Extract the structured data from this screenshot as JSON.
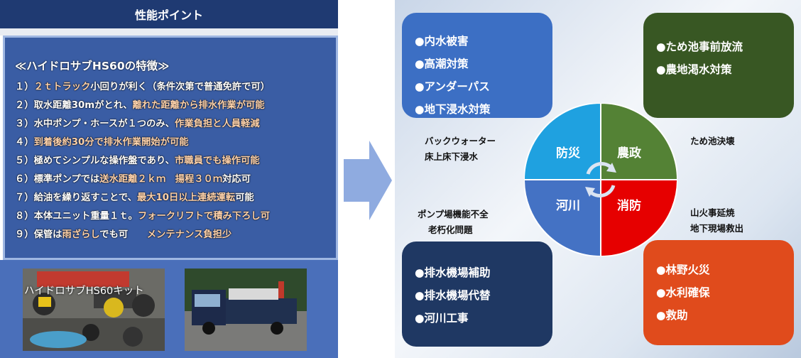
{
  "left": {
    "header": "性能ポイント",
    "feature_title": "≪ハイドロサブHS60の特徴≫",
    "features": [
      {
        "n": "１）",
        "parts": [
          {
            "t": "２ｔトラック",
            "hl": true
          },
          {
            "t": "小回りが利く（条件次第で普通免許で可）",
            "hl": false
          }
        ]
      },
      {
        "n": "２）",
        "parts": [
          {
            "t": "取水距離30mがとれ、",
            "hl": false
          },
          {
            "t": "離れた距離から排水作業が可能",
            "hl": true
          }
        ]
      },
      {
        "n": "３）",
        "parts": [
          {
            "t": "水中ポンプ・ホースが１つのみ、",
            "hl": false
          },
          {
            "t": "作業負担と人員軽減",
            "hl": true
          }
        ]
      },
      {
        "n": "４）",
        "parts": [
          {
            "t": "到着後約30分で排水作業開始が可能",
            "hl": true
          }
        ]
      },
      {
        "n": "５）",
        "parts": [
          {
            "t": "極めてシンプルな操作盤であり、",
            "hl": false
          },
          {
            "t": "市職員でも操作可能",
            "hl": true
          }
        ]
      },
      {
        "n": "６）",
        "parts": [
          {
            "t": "標準ポンプでは",
            "hl": false
          },
          {
            "t": "送水距離２ｋｍ　揚程３０ｍ",
            "hl": true
          },
          {
            "t": "対応可",
            "hl": false
          }
        ]
      },
      {
        "n": "７）",
        "parts": [
          {
            "t": "給油を繰り返すことで、",
            "hl": false
          },
          {
            "t": "最大10日以上連続運転",
            "hl": true
          },
          {
            "t": "可能",
            "hl": false
          }
        ]
      },
      {
        "n": "８）",
        "parts": [
          {
            "t": "本体ユニット重量１ｔ。",
            "hl": false
          },
          {
            "t": "フォークリフトで積み下ろし可",
            "hl": true
          }
        ]
      },
      {
        "n": "９）",
        "parts": [
          {
            "t": "保管は",
            "hl": false
          },
          {
            "t": "雨ざらし",
            "hl": true
          },
          {
            "t": "でも可　　",
            "hl": false
          },
          {
            "t": "メンテナンス負担少",
            "hl": true
          }
        ]
      }
    ],
    "photo_kit_caption": "ハイドロサブHS60キット"
  },
  "right": {
    "card_tl": [
      "●内水被害",
      "●高潮対策",
      "●アンダーパス",
      "●地下浸水対策"
    ],
    "card_tr": [
      "●ため池事前放流",
      "●農地渇水対策"
    ],
    "card_bl": [
      "●排水機場補助",
      "●排水機場代替",
      "●河川工事"
    ],
    "card_br": [
      "●林野火災",
      "●水利確保",
      "●救助"
    ],
    "label_tl": [
      "バックウォーター",
      "床上床下浸水"
    ],
    "label_tr": [
      "ため池決壊"
    ],
    "label_bl": [
      "ポンプ場機能不全",
      "老朽化問題"
    ],
    "label_br": [
      "山火事延焼",
      "地下現場救出"
    ],
    "quadrants": {
      "tl": "防災",
      "tr": "農政",
      "bl": "河川",
      "br": "消防"
    }
  },
  "colors": {
    "quad_tl": "#1fa1e0",
    "quad_tr": "#548235",
    "quad_bl": "#4472c4",
    "quad_br": "#e60000",
    "highlight": "#ffd3ac",
    "header_bg": "#1f3a72"
  }
}
